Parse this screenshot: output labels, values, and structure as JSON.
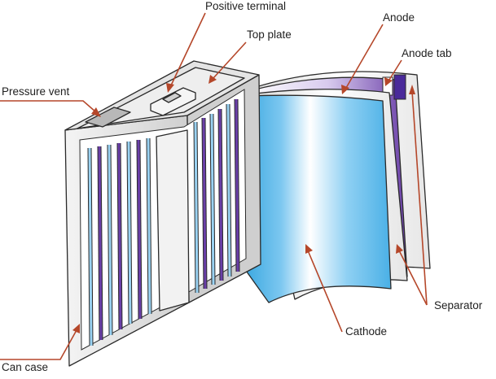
{
  "diagram": {
    "labels": {
      "positive_terminal": "Positive terminal",
      "top_plate": "Top plate",
      "anode": "Anode",
      "anode_tab": "Anode tab",
      "pressure_vent": "Pressure vent",
      "separator": "Separator",
      "cathode": "Cathode",
      "can_case": "Can case"
    },
    "colors": {
      "leader": "#b5472a",
      "anode": "#6a3fa8",
      "anode_tab": "#4a2a9a",
      "cathode": "#3aa8e0",
      "separator": "#f2f2f2",
      "case": "#dcdcdc"
    }
  }
}
